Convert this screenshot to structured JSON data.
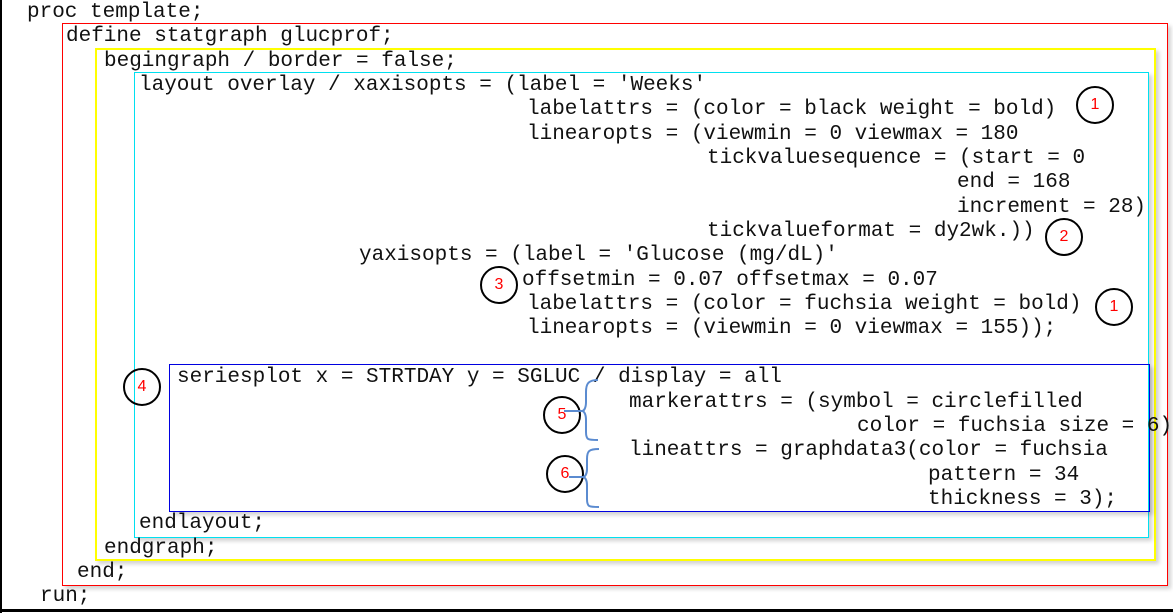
{
  "code": {
    "lines": [
      "proc template;",
      "define statgraph glucprof;",
      "begingraph / border = false;",
      "layout overlay / xaxisopts = (label = 'Weeks'",
      "labelattrs = (color = black weight = bold)",
      "linearopts = (viewmin = 0 viewmax = 180",
      "tickvaluesequence = (start = 0",
      "end = 168",
      "increment = 28)",
      "tickvalueformat = dy2wk.))",
      "yaxisopts = (label = 'Glucose (mg/dL)'",
      "offsetmin = 0.07 offsetmax = 0.07",
      "labelattrs = (color = fuchsia weight = bold)",
      "linearopts = (viewmin = 0 viewmax = 155));",
      "seriesplot x = STRTDAY y = SGLUC / display = all",
      "markerattrs = (symbol = circlefilled",
      "color = fuchsia size = 6)",
      "lineattrs = graphdata3(color = fuchsia",
      "pattern = 34",
      "thickness = 3);",
      "endlayout;",
      "endgraph;",
      "end;",
      "run;"
    ]
  },
  "callouts": [
    "1",
    "2",
    "3",
    "1",
    "4",
    "5",
    "6"
  ],
  "colors": {
    "define_box": "#ff0000",
    "begingraph_box": "#ffff00",
    "layout_box": "#00e0f0",
    "seriesplot_box": "#0000e0",
    "callout_number": "#ff0000",
    "brace": "#5b8bd0"
  }
}
